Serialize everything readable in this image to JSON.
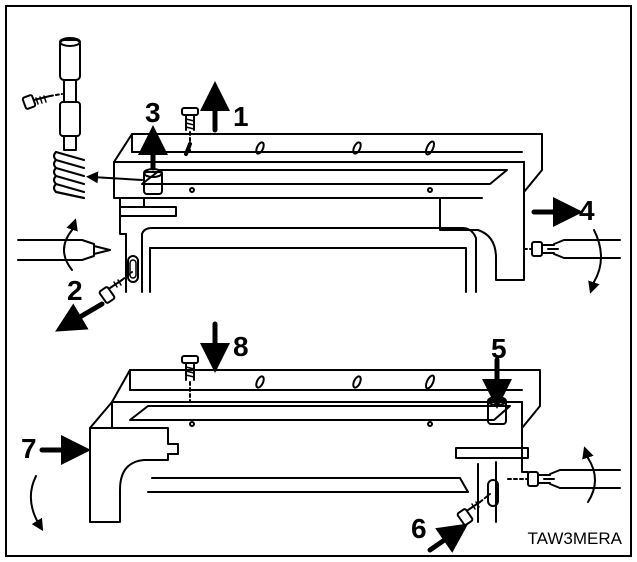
{
  "figure": {
    "code": "TAW3MERA",
    "steps": [
      "1",
      "2",
      "3",
      "4",
      "5",
      "6",
      "7",
      "8"
    ]
  }
}
